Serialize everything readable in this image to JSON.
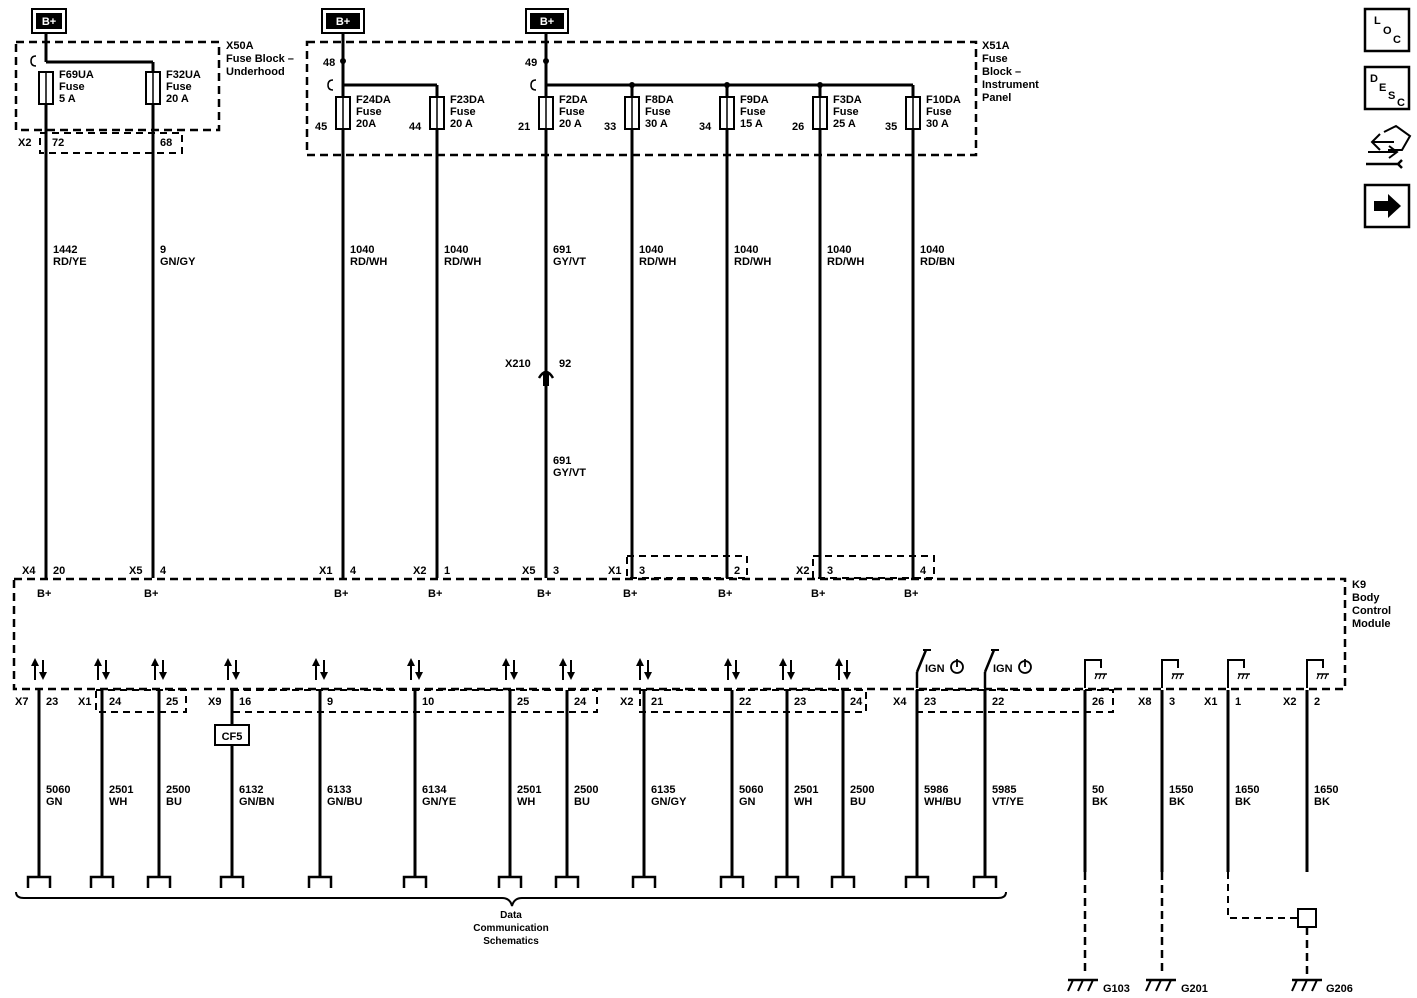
{
  "power_labels": [
    "B+",
    "B+",
    "B+"
  ],
  "fuse_blocks": {
    "x50a": [
      "X50A",
      "Fuse Block –",
      "Underhood"
    ],
    "x51a": [
      "X51A",
      "Fuse",
      "Block –",
      "Instrument",
      "Panel"
    ],
    "x50a_connector": {
      "name": "X2",
      "pins": [
        "72",
        "68"
      ]
    },
    "x51a_inputs": [
      "48",
      "49"
    ]
  },
  "fuses": [
    {
      "lines": [
        "F69UA",
        "Fuse",
        "5 A"
      ],
      "pin": ""
    },
    {
      "lines": [
        "F32UA",
        "Fuse",
        "20 A"
      ],
      "pin": ""
    },
    {
      "lines": [
        "F24DA",
        "Fuse",
        "20A"
      ],
      "pin": "45"
    },
    {
      "lines": [
        "F23DA",
        "Fuse",
        "20 A"
      ],
      "pin": "44"
    },
    {
      "lines": [
        "F2DA",
        "Fuse",
        "20 A"
      ],
      "pin": "21"
    },
    {
      "lines": [
        "F8DA",
        "Fuse",
        "30 A"
      ],
      "pin": "33"
    },
    {
      "lines": [
        "F9DA",
        "Fuse",
        "15 A"
      ],
      "pin": "34"
    },
    {
      "lines": [
        "F3DA",
        "Fuse",
        "25 A"
      ],
      "pin": "26"
    },
    {
      "lines": [
        "F10DA",
        "Fuse",
        "30 A"
      ],
      "pin": "35"
    }
  ],
  "upper_wires": [
    {
      "circuit": "1442",
      "color": "RD/YE"
    },
    {
      "circuit": "9",
      "color": "GN/GY"
    },
    {
      "circuit": "1040",
      "color": "RD/WH"
    },
    {
      "circuit": "1040",
      "color": "RD/WH"
    },
    {
      "circuit": "691",
      "color": "GY/VT"
    },
    {
      "circuit": "1040",
      "color": "RD/WH"
    },
    {
      "circuit": "1040",
      "color": "RD/WH"
    },
    {
      "circuit": "1040",
      "color": "RD/WH"
    },
    {
      "circuit": "1040",
      "color": "RD/BN"
    }
  ],
  "inline_connector": {
    "name": "X210",
    "pin": "92",
    "circuit_below": "691",
    "color_below": "GY/VT"
  },
  "module": {
    "lines": [
      "K9",
      "Body",
      "Control",
      "Module"
    ],
    "bplus_label": "B+",
    "ign_label": "IGN"
  },
  "module_inputs": [
    {
      "connector": "X4",
      "pin": "20"
    },
    {
      "connector": "X5",
      "pin": "4"
    },
    {
      "connector": "X1",
      "pin": "4"
    },
    {
      "connector": "X2",
      "pin": "1"
    },
    {
      "connector": "X5",
      "pin": "3"
    },
    {
      "connector": "X1",
      "pin": "3"
    },
    {
      "connector": "",
      "pin": "2"
    },
    {
      "connector": "X2",
      "pin": "3"
    },
    {
      "connector": "",
      "pin": "4"
    }
  ],
  "bottom_pins": [
    {
      "connector": "X7",
      "pin": "23",
      "circuit": "5060",
      "color": "GN"
    },
    {
      "connector": "X1",
      "pin": "24",
      "circuit": "2501",
      "color": "WH"
    },
    {
      "connector": "",
      "pin": "25",
      "circuit": "2500",
      "color": "BU"
    },
    {
      "connector": "X9",
      "pin": "16",
      "circuit": "6132",
      "color": "GN/BN"
    },
    {
      "connector": "",
      "pin": "9",
      "circuit": "6133",
      "color": "GN/BU"
    },
    {
      "connector": "",
      "pin": "10",
      "circuit": "6134",
      "color": "GN/YE"
    },
    {
      "connector": "",
      "pin": "25",
      "circuit": "2501",
      "color": "WH"
    },
    {
      "connector": "",
      "pin": "24",
      "circuit": "2500",
      "color": "BU"
    },
    {
      "connector": "X2",
      "pin": "21",
      "circuit": "6135",
      "color": "GN/GY"
    },
    {
      "connector": "",
      "pin": "22",
      "circuit": "5060",
      "color": "GN"
    },
    {
      "connector": "",
      "pin": "23",
      "circuit": "2501",
      "color": "WH"
    },
    {
      "connector": "",
      "pin": "24",
      "circuit": "2500",
      "color": "BU"
    },
    {
      "connector": "X4",
      "pin": "23",
      "circuit": "5986",
      "color": "WH/BU"
    },
    {
      "connector": "",
      "pin": "22",
      "circuit": "5985",
      "color": "VT/YE"
    },
    {
      "connector": "",
      "pin": "26",
      "circuit": "50",
      "color": "BK"
    },
    {
      "connector": "X8",
      "pin": "3",
      "circuit": "1550",
      "color": "BK"
    },
    {
      "connector": "X1",
      "pin": "1",
      "circuit": "1650",
      "color": "BK"
    },
    {
      "connector": "X2",
      "pin": "2",
      "circuit": "1650",
      "color": "BK"
    }
  ],
  "cf5_label": "CF5",
  "data_comm": [
    "Data",
    "Communication",
    "Schematics"
  ],
  "grounds": [
    "G103",
    "G201",
    "G206"
  ],
  "side_icons": {
    "loc": [
      "L",
      "O",
      "C"
    ],
    "desc": [
      "D",
      "E",
      "S",
      "C"
    ]
  }
}
